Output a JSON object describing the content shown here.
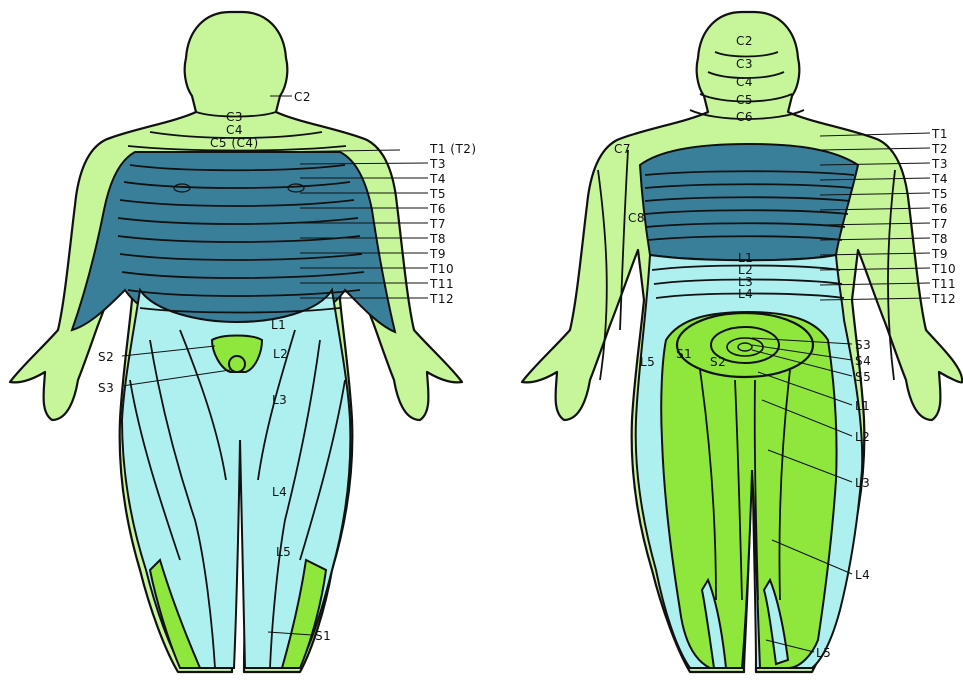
{
  "colors": {
    "cervical": "#c6f59a",
    "thoracic": "#3a7f9a",
    "lumbar": "#aef0f0",
    "sacral": "#8fe63c",
    "outline": "#111111"
  },
  "anterior": {
    "labels": {
      "c2": "C2",
      "c3": "C3",
      "c4": "C4",
      "c5": "C5 (C4)",
      "t1": "T1 (T2)",
      "t3": "T3",
      "t4": "T4",
      "t5": "T5",
      "t6": "T6",
      "t7": "T7",
      "t8": "T8",
      "t9": "T9",
      "t10": "T10",
      "t11": "T11",
      "t12": "T12",
      "l1": "L1",
      "l2": "L2",
      "l3": "L3",
      "l4": "L4",
      "l5": "L5",
      "s1": "S1",
      "s2": "S2",
      "s3": "S3"
    }
  },
  "posterior": {
    "labels": {
      "c2": "C2",
      "c3": "C3",
      "c4": "C4",
      "c5": "C5",
      "c6": "C6",
      "c7": "C7",
      "c8": "C8",
      "t1": "T1",
      "t2": "T2",
      "t3": "T3",
      "t4": "T4",
      "t5": "T5",
      "t6": "T6",
      "t7": "T7",
      "t8": "T8",
      "t9": "T9",
      "t10": "T10",
      "t11": "T11",
      "t12": "T12",
      "l1": "L1",
      "l2": "L2",
      "l3": "L3",
      "l4": "L4",
      "l5": "L5",
      "l1b": "L1",
      "l2b": "L2",
      "l3b": "L3",
      "l4b": "L4",
      "l5b": "L5",
      "s1": "S1",
      "s2": "S2",
      "s3": "S3",
      "s4": "S4",
      "s5": "S5"
    }
  }
}
